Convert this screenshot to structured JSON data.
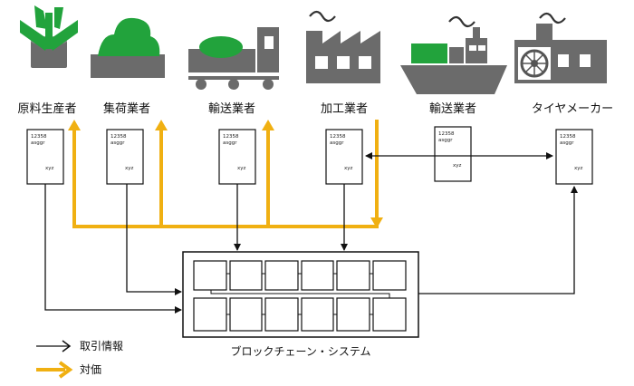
{
  "actors": [
    {
      "name": "原料生産者",
      "icon": "plant-icon"
    },
    {
      "name": "集荷業者",
      "icon": "produce-pile-icon"
    },
    {
      "name": "輸送業者",
      "icon": "truck-icon"
    },
    {
      "name": "加工業者",
      "icon": "factory-icon"
    },
    {
      "name": "輸送業者",
      "icon": "ship-icon"
    },
    {
      "name": "タイヤメーカー",
      "icon": "tire-factory-icon"
    }
  ],
  "document": {
    "line1": "12358",
    "line2": "asggr",
    "line3": "xyz"
  },
  "blockchain_label": "ブロックチェーン・システム",
  "legend": {
    "transaction_info": "取引情報",
    "payment": "対価"
  },
  "colors": {
    "icon_gray": "#6b6b6b",
    "icon_green": "#22a33c",
    "payment_arrow": "#f0b012",
    "info_arrow": "#111111"
  }
}
